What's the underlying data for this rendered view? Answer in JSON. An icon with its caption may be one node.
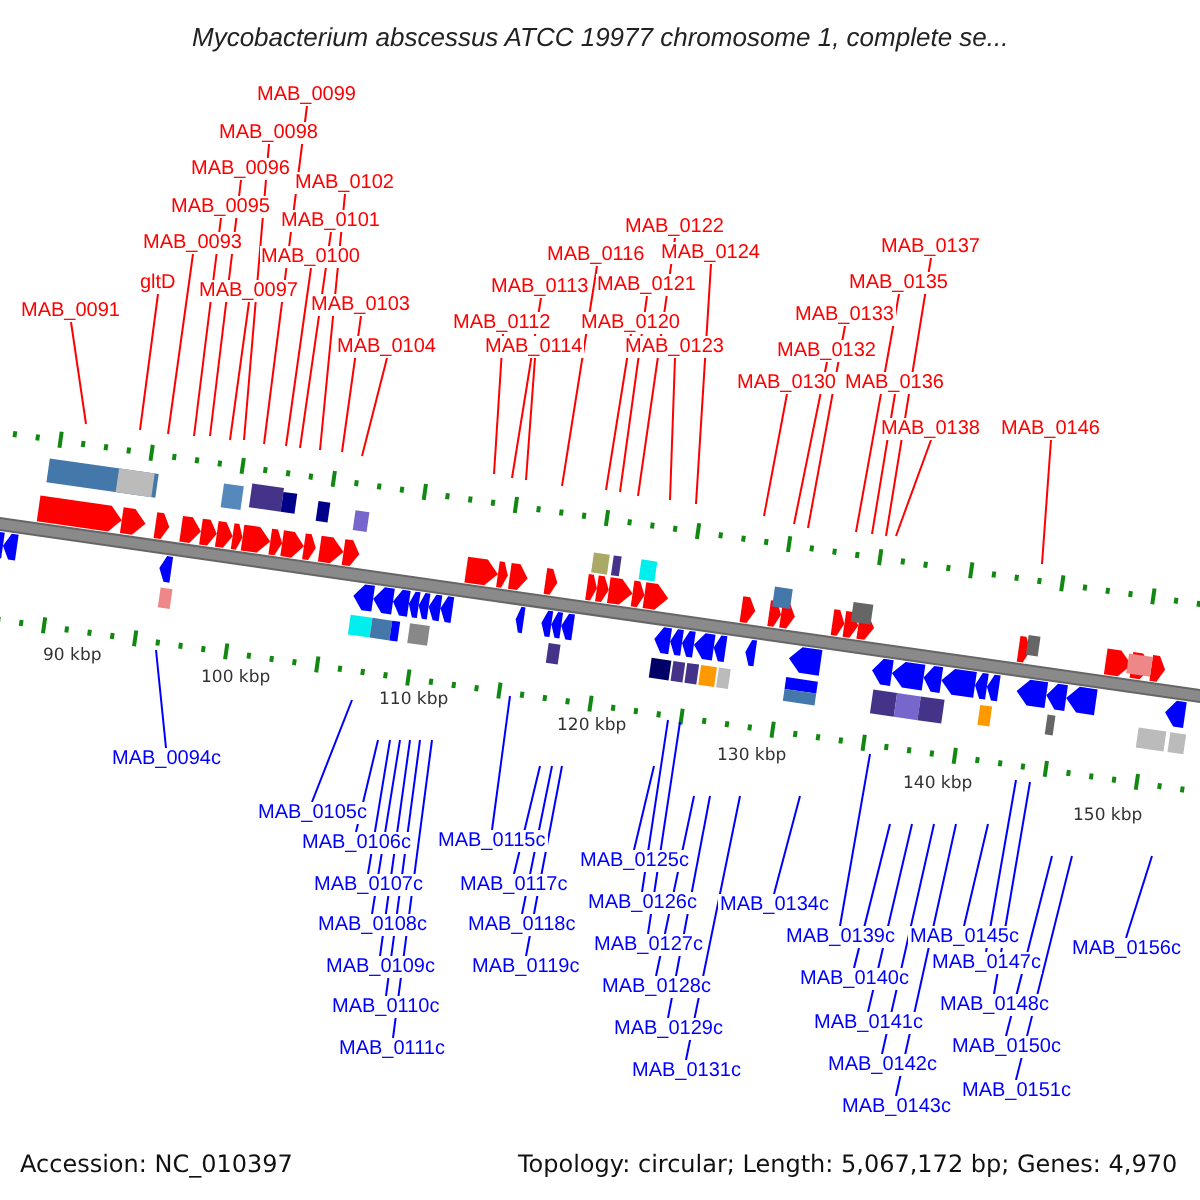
{
  "diagram": {
    "title": "Mycobacterium abscessus ATCC 19977 chromosome 1, complete se...",
    "nodes": [
      {
        "text": [
          "MAB_0091"
        ]
      },
      {
        "text": [
          "gltD"
        ]
      },
      {
        "text": [
          "MAB_0093"
        ]
      },
      {
        "text": [
          "MAB_0095"
        ]
      },
      {
        "text": [
          "MAB_0096"
        ]
      },
      {
        "text": [
          "MAB_0097"
        ]
      },
      {
        "text": [
          "MAB_0098"
        ]
      },
      {
        "text": [
          "MAB_0099"
        ]
      },
      {
        "text": [
          "MAB_0100"
        ]
      },
      {
        "text": [
          "MAB_0101"
        ]
      },
      {
        "text": [
          "MAB_0102"
        ]
      },
      {
        "text": [
          "MAB_0103"
        ]
      },
      {
        "text": [
          "MAB_0104"
        ]
      },
      {
        "text": [
          "MAB_0112"
        ]
      },
      {
        "text": [
          "MAB_0113"
        ]
      },
      {
        "text": [
          "MAB_0114"
        ]
      },
      {
        "text": [
          "MAB_0116"
        ]
      },
      {
        "text": [
          "MAB_0120"
        ]
      },
      {
        "text": [
          "MAB_0121"
        ]
      },
      {
        "text": [
          "MAB_0122"
        ]
      },
      {
        "text": [
          "MAB_0123"
        ]
      },
      {
        "text": [
          "MAB_0124"
        ]
      },
      {
        "text": [
          "MAB_0130"
        ]
      },
      {
        "text": [
          "MAB_0132"
        ]
      },
      {
        "text": [
          "MAB_0133"
        ]
      },
      {
        "text": [
          "MAB_0135"
        ]
      },
      {
        "text": [
          "MAB_0136"
        ]
      },
      {
        "text": [
          "MAB_0137"
        ]
      },
      {
        "text": [
          "MAB_0138"
        ]
      },
      {
        "text": [
          "MAB_0146"
        ]
      },
      {
        "text": [
          "MAB_0094c"
        ]
      },
      {
        "text": [
          "MAB_0105c"
        ]
      },
      {
        "text": [
          "MAB_0106c"
        ]
      },
      {
        "text": [
          "MAB_0107c"
        ]
      },
      {
        "text": [
          "MAB_0108c"
        ]
      },
      {
        "text": [
          "MAB_0109c"
        ]
      },
      {
        "text": [
          "MAB_0110c"
        ]
      },
      {
        "text": [
          "MAB_0111c"
        ]
      },
      {
        "text": [
          "MAB_0115c"
        ]
      },
      {
        "text": [
          "MAB_0117c"
        ]
      },
      {
        "text": [
          "MAB_0118c"
        ]
      },
      {
        "text": [
          "MAB_0119c"
        ]
      },
      {
        "text": [
          "MAB_0125c"
        ]
      },
      {
        "text": [
          "MAB_0126c"
        ]
      },
      {
        "text": [
          "MAB_0127c"
        ]
      },
      {
        "text": [
          "MAB_0128c"
        ]
      },
      {
        "text": [
          "MAB_0129c"
        ]
      },
      {
        "text": [
          "MAB_0131c"
        ]
      },
      {
        "text": [
          "MAB_0134c"
        ]
      },
      {
        "text": [
          "MAB_0139c"
        ]
      },
      {
        "text": [
          "MAB_0140c"
        ]
      },
      {
        "text": [
          "MAB_0141c"
        ]
      },
      {
        "text": [
          "MAB_0142c"
        ]
      },
      {
        "text": [
          "MAB_0143c"
        ]
      },
      {
        "text": [
          "MAB_0145c"
        ]
      },
      {
        "text": [
          "MAB_0147c"
        ]
      },
      {
        "text": [
          "MAB_0148c"
        ]
      },
      {
        "text": [
          "MAB_0150c"
        ]
      },
      {
        "text": [
          "MAB_0151c"
        ]
      },
      {
        "text": [
          "MAB_0156c"
        ]
      }
    ],
    "edges": [
      {
        "from": 0,
        "to": null,
        "arrow": "none"
      },
      {
        "from": 1,
        "to": null,
        "arrow": "none"
      },
      {
        "from": 2,
        "to": null,
        "arrow": "none"
      },
      {
        "from": 3,
        "to": null,
        "arrow": "none"
      },
      {
        "from": 4,
        "to": null,
        "arrow": "none"
      },
      {
        "from": 5,
        "to": null,
        "arrow": "none"
      },
      {
        "from": 6,
        "to": null,
        "arrow": "none"
      },
      {
        "from": 7,
        "to": null,
        "arrow": "none"
      },
      {
        "from": 8,
        "to": null,
        "arrow": "none"
      },
      {
        "from": 9,
        "to": null,
        "arrow": "none"
      },
      {
        "from": 10,
        "to": null,
        "arrow": "none"
      },
      {
        "from": 11,
        "to": null,
        "arrow": "none"
      },
      {
        "from": 12,
        "to": null,
        "arrow": "none"
      },
      {
        "from": 13,
        "to": null,
        "arrow": "none"
      },
      {
        "from": 14,
        "to": null,
        "arrow": "none"
      },
      {
        "from": 15,
        "to": null,
        "arrow": "none"
      },
      {
        "from": 16,
        "to": null,
        "arrow": "none"
      },
      {
        "from": 17,
        "to": null,
        "arrow": "none"
      },
      {
        "from": 18,
        "to": null,
        "arrow": "none"
      },
      {
        "from": 19,
        "to": null,
        "arrow": "none"
      },
      {
        "from": 20,
        "to": null,
        "arrow": "none"
      },
      {
        "from": 21,
        "to": null,
        "arrow": "none"
      },
      {
        "from": 22,
        "to": null,
        "arrow": "none"
      },
      {
        "from": 23,
        "to": null,
        "arrow": "none"
      },
      {
        "from": 24,
        "to": null,
        "arrow": "none"
      },
      {
        "from": 25,
        "to": null,
        "arrow": "none"
      },
      {
        "from": 26,
        "to": null,
        "arrow": "none"
      },
      {
        "from": 27,
        "to": null,
        "arrow": "none"
      },
      {
        "from": 28,
        "to": null,
        "arrow": "none"
      },
      {
        "from": 29,
        "to": null,
        "arrow": "none"
      },
      {
        "from": 30,
        "to": null,
        "arrow": "none",
        "color": "#0000ff"
      },
      {
        "from": 31,
        "to": null,
        "arrow": "none",
        "color": "#0000ff"
      },
      {
        "from": 32,
        "to": null,
        "arrow": "none",
        "color": "#0000ff"
      },
      {
        "from": 33,
        "to": null,
        "arrow": "none",
        "color": "#0000ff"
      },
      {
        "from": 34,
        "to": null,
        "arrow": "none",
        "color": "#0000ff"
      },
      {
        "from": 35,
        "to": null,
        "arrow": "none",
        "color": "#0000ff"
      },
      {
        "from": 36,
        "to": null,
        "arrow": "none",
        "color": "#0000ff"
      },
      {
        "from": 37,
        "to": null,
        "arrow": "none",
        "color": "#0000ff"
      },
      {
        "from": 38,
        "to": null,
        "arrow": "none",
        "color": "#0000ff"
      },
      {
        "from": 39,
        "to": null,
        "arrow": "none",
        "color": "#0000ff"
      },
      {
        "from": 40,
        "to": null,
        "arrow": "none",
        "color": "#0000ff"
      },
      {
        "from": 41,
        "to": null,
        "arrow": "none",
        "color": "#0000ff"
      },
      {
        "from": 42,
        "to": null,
        "arrow": "none",
        "color": "#0000ff"
      },
      {
        "from": 43,
        "to": null,
        "arrow": "none",
        "color": "#0000ff"
      },
      {
        "from": 44,
        "to": null,
        "arrow": "none",
        "color": "#0000ff"
      },
      {
        "from": 45,
        "to": null,
        "arrow": "none",
        "color": "#0000ff"
      },
      {
        "from": 46,
        "to": null,
        "arrow": "none",
        "color": "#0000ff"
      },
      {
        "from": 47,
        "to": null,
        "arrow": "none",
        "color": "#0000ff"
      },
      {
        "from": 48,
        "to": null,
        "arrow": "none",
        "color": "#0000ff"
      },
      {
        "from": 49,
        "to": null,
        "arrow": "none",
        "color": "#0000ff"
      },
      {
        "from": 50,
        "to": null,
        "arrow": "none",
        "color": "#0000ff"
      },
      {
        "from": 51,
        "to": null,
        "arrow": "none",
        "color": "#0000ff"
      },
      {
        "from": 52,
        "to": null,
        "arrow": "none",
        "color": "#0000ff"
      },
      {
        "from": 53,
        "to": null,
        "arrow": "none",
        "color": "#0000ff"
      },
      {
        "from": 54,
        "to": null,
        "arrow": "none",
        "color": "#0000ff"
      },
      {
        "from": 55,
        "to": null,
        "arrow": "none",
        "color": "#0000ff"
      },
      {
        "from": 56,
        "to": null,
        "arrow": "none",
        "color": "#0000ff"
      },
      {
        "from": 57,
        "to": null,
        "arrow": "none",
        "color": "#0000ff"
      },
      {
        "from": 58,
        "to": null,
        "arrow": "none",
        "color": "#0000ff"
      },
      {
        "from": 59,
        "to": null,
        "arrow": "none",
        "color": "#0000ff"
      }
    ],
    "labels": [
      "90 kbp",
      "100 kbp",
      "110 kbp",
      "120 kbp",
      "130 kbp",
      "140 kbp",
      "150 kbp",
      "Accession: NC_010397",
      "Topology: circular; Length: 5,067,172 bp; Genes: 4,970"
    ]
  }
}
